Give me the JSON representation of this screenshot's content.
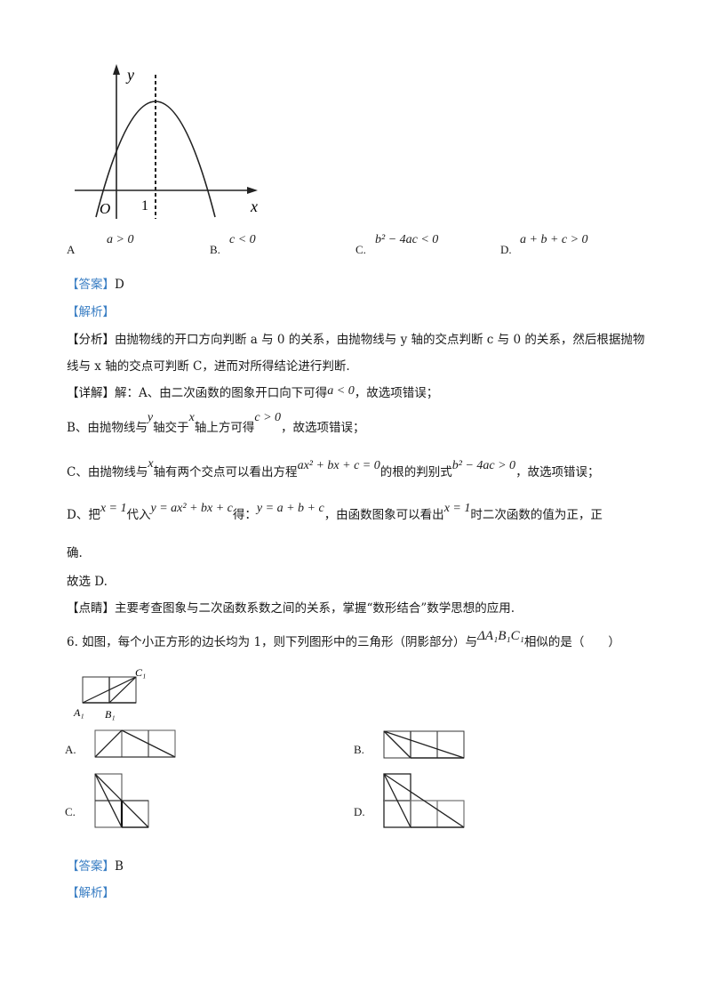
{
  "q5": {
    "graph": {
      "y_label": "y",
      "x_label": "x",
      "origin_label": "O",
      "tick_label": "1"
    },
    "options": [
      {
        "letter": "A",
        "expr": "a > 0"
      },
      {
        "letter": "B.",
        "expr": "c < 0"
      },
      {
        "letter": "C.",
        "expr": "b² − 4ac < 0"
      },
      {
        "letter": "D.",
        "expr": "a + b + c > 0"
      }
    ],
    "answer_tag": "【答案】",
    "answer": "D",
    "analysis_tag": "【解析】",
    "fenxi_tag": "【分析】",
    "fenxi_line1": "由抛物线的开口方向判断 a 与 0 的关系，由抛物线与 y 轴的交点判断 c 与 0 的关系，然后根据抛物",
    "fenxi_line2": "线与 x 轴的交点可判断 C，进而对所得结论进行判断.",
    "xiangjie_tag": "【详解】",
    "xiangjie_a_pre": "解：A、由二次函数的图象开口向下可得",
    "xiangjie_a_math": "a < 0",
    "xiangjie_a_post": "，故选项错误；",
    "b_pre": "B、由抛物线与",
    "b_y": "y",
    "b_mid1": "轴交于",
    "b_x": "x",
    "b_mid2": "轴上方可得",
    "b_math": "c > 0",
    "b_post": "，故选项错误；",
    "c_pre": "C、由抛物线与",
    "c_x": "x",
    "c_mid1": "轴有两个交点可以看出方程",
    "c_eq": "ax² + bx + c = 0",
    "c_mid2": "的根的判别式",
    "c_disc": "b² − 4ac > 0",
    "c_post": "，故选项错误；",
    "d_pre": "D、把",
    "d_x1": "x = 1",
    "d_mid1": "代入",
    "d_fn": "y = ax² + bx + c",
    "d_mid2": "得：",
    "d_res": "y = a + b + c",
    "d_mid3": "，由函数图象可以看出",
    "d_x2": "x = 1",
    "d_post": "时二次函数的值为正，正",
    "d_line2": "确.",
    "conclusion": "故选 D.",
    "dianjing_tag": "【点睛】",
    "dianjing": "主要考查图象与二次函数系数之间的关系，掌握“数形结合”数学思想的应用."
  },
  "q6": {
    "stem_pre": "6. 如图，每个小正方形的边长均为 1，则下列图形中的三角形（阴影部分）与",
    "stem_tri": "ΔA₁B₁C₁",
    "stem_post": "相似的是（　　）",
    "ref_labels": {
      "A": "A₁",
      "B": "B₁",
      "C": "C₁"
    },
    "options": [
      {
        "letter": "A."
      },
      {
        "letter": "B."
      },
      {
        "letter": "C."
      },
      {
        "letter": "D."
      }
    ],
    "answer_tag": "【答案】",
    "answer": "B",
    "analysis_tag": "【解析】"
  }
}
